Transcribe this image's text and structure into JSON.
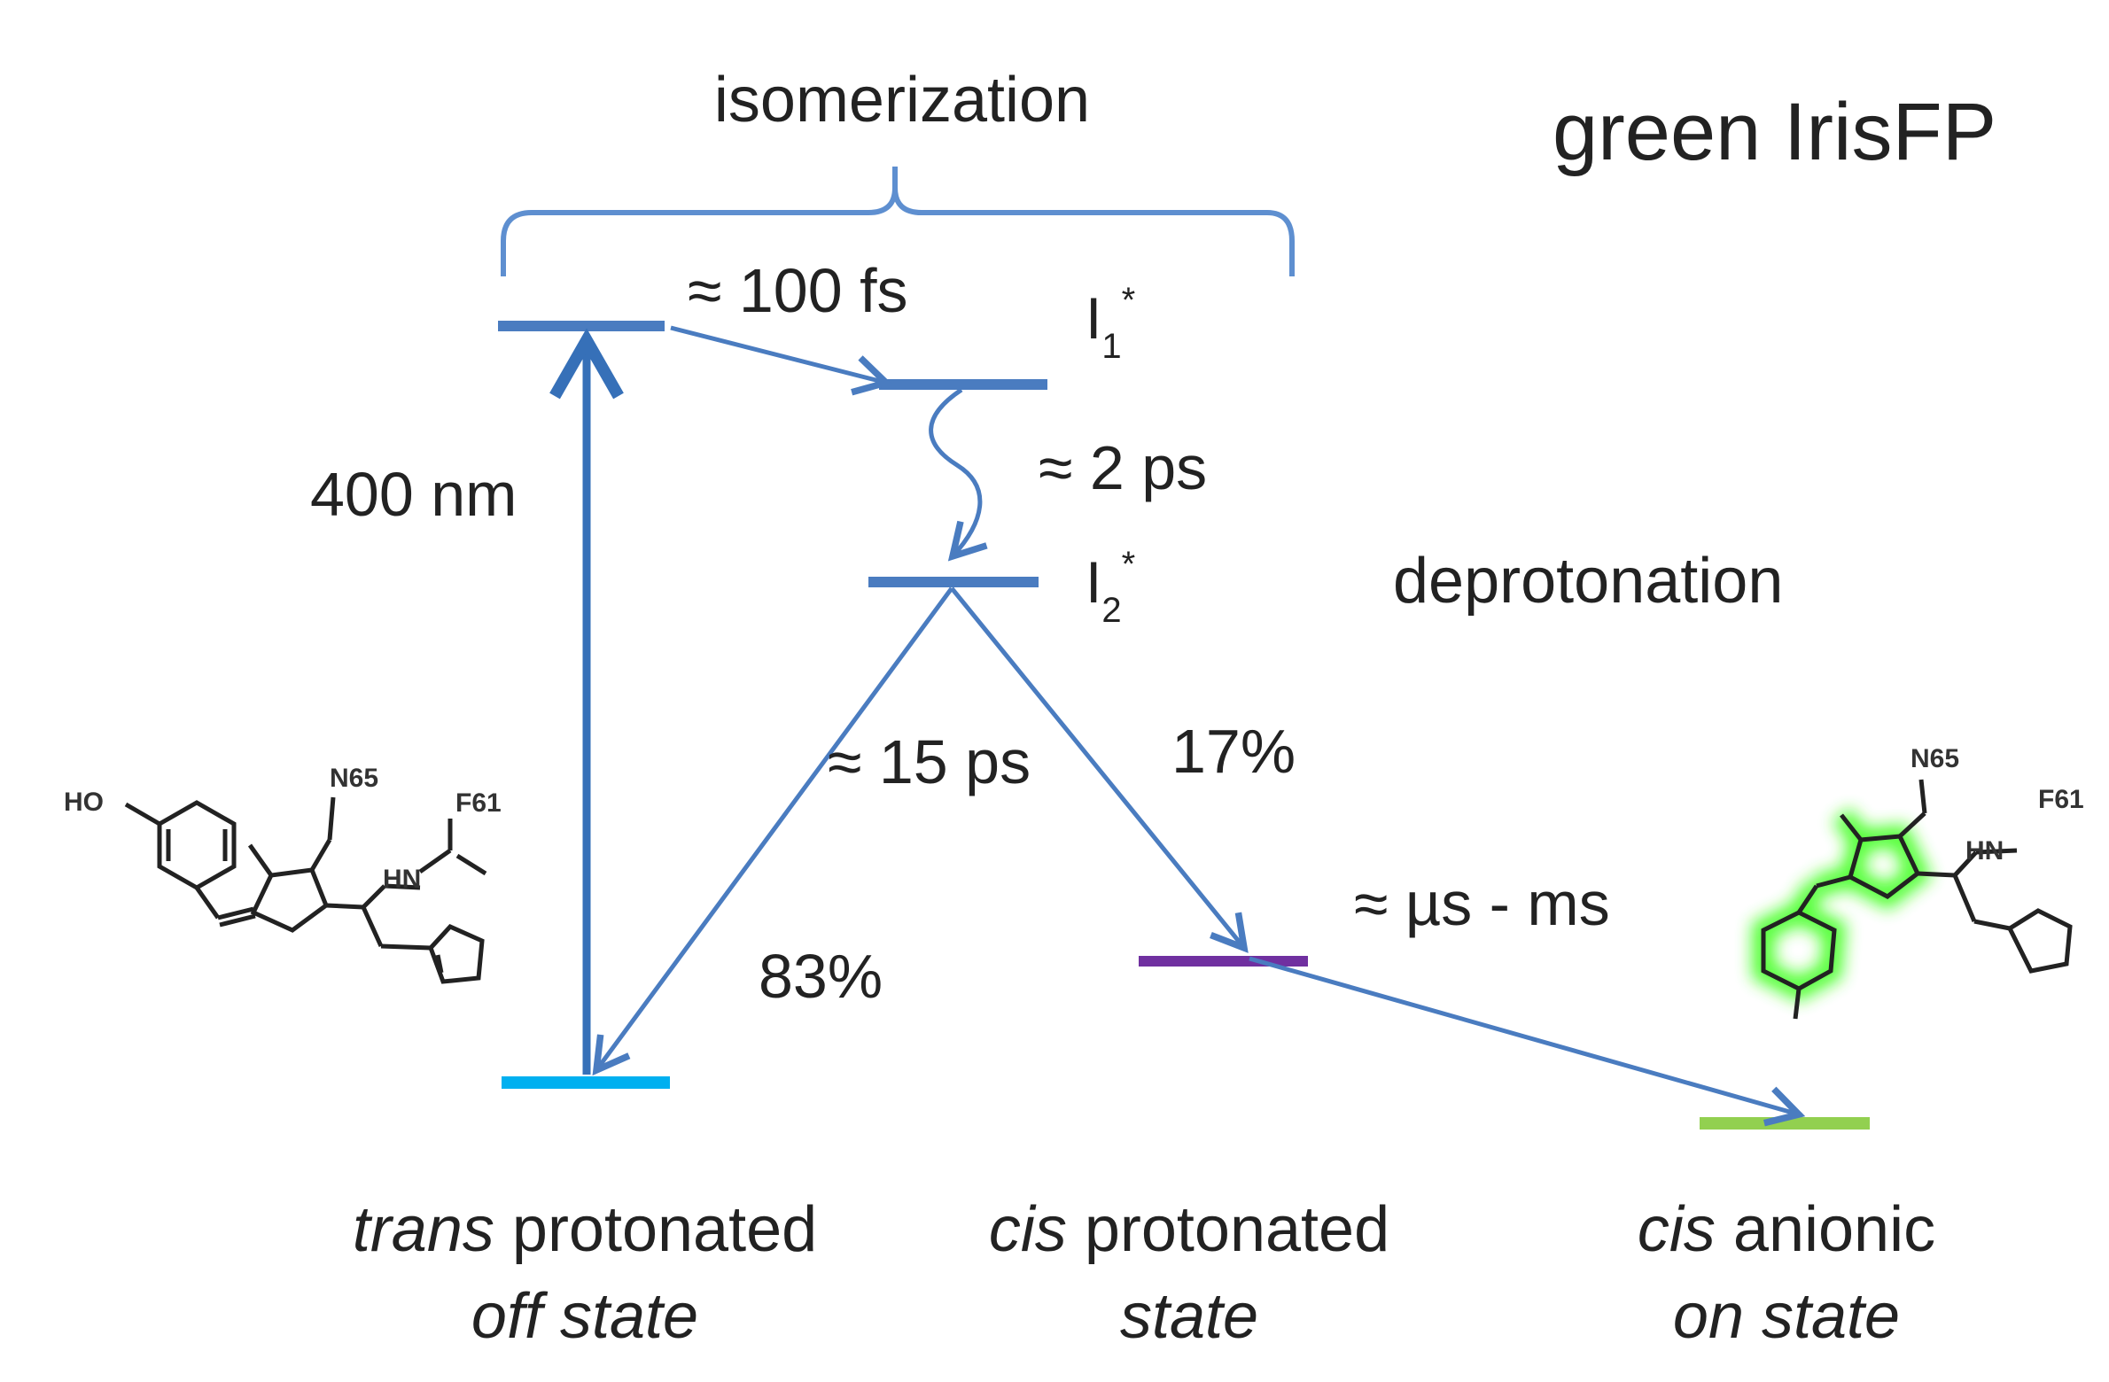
{
  "corner_title": "green IrisFP",
  "top_label": "isomerization",
  "side_label": "deprotonation",
  "transitions": {
    "excitation": "400 nm",
    "isomerization_time": "≈ 100 fs",
    "relaxation_time": "≈ 2 ps",
    "return_time": "≈ 15 ps",
    "return_yield": "83%",
    "forward_yield": "17%",
    "deprotonation_time": "≈ µs - ms"
  },
  "intermediates": {
    "i1": {
      "base": "I",
      "sub": "1",
      "sup": "*"
    },
    "i2": {
      "base": "I",
      "sub": "2",
      "sup": "*"
    }
  },
  "states": {
    "trans_off": {
      "italic_word": "trans",
      "rest": " protonated",
      "line2": "off state",
      "color": "#00b0f0"
    },
    "cis_protonated": {
      "italic_word": "cis",
      "rest": " protonated",
      "line2": "state",
      "color": "#7030a0"
    },
    "cis_anionic": {
      "italic_word": "cis",
      "rest": " anionic",
      "line2": "on state",
      "color": "#92d050"
    }
  },
  "molecule_labels": {
    "left": {
      "hydroxyl": "HO",
      "n65": "N65",
      "f61": "F61",
      "hn": "HN"
    },
    "right": {
      "n65": "N65",
      "f61": "F61",
      "hn": "HN"
    }
  },
  "colors": {
    "arrow": "#4a7cc0",
    "level": "#4a7cc0",
    "glow": "#39ff14"
  }
}
